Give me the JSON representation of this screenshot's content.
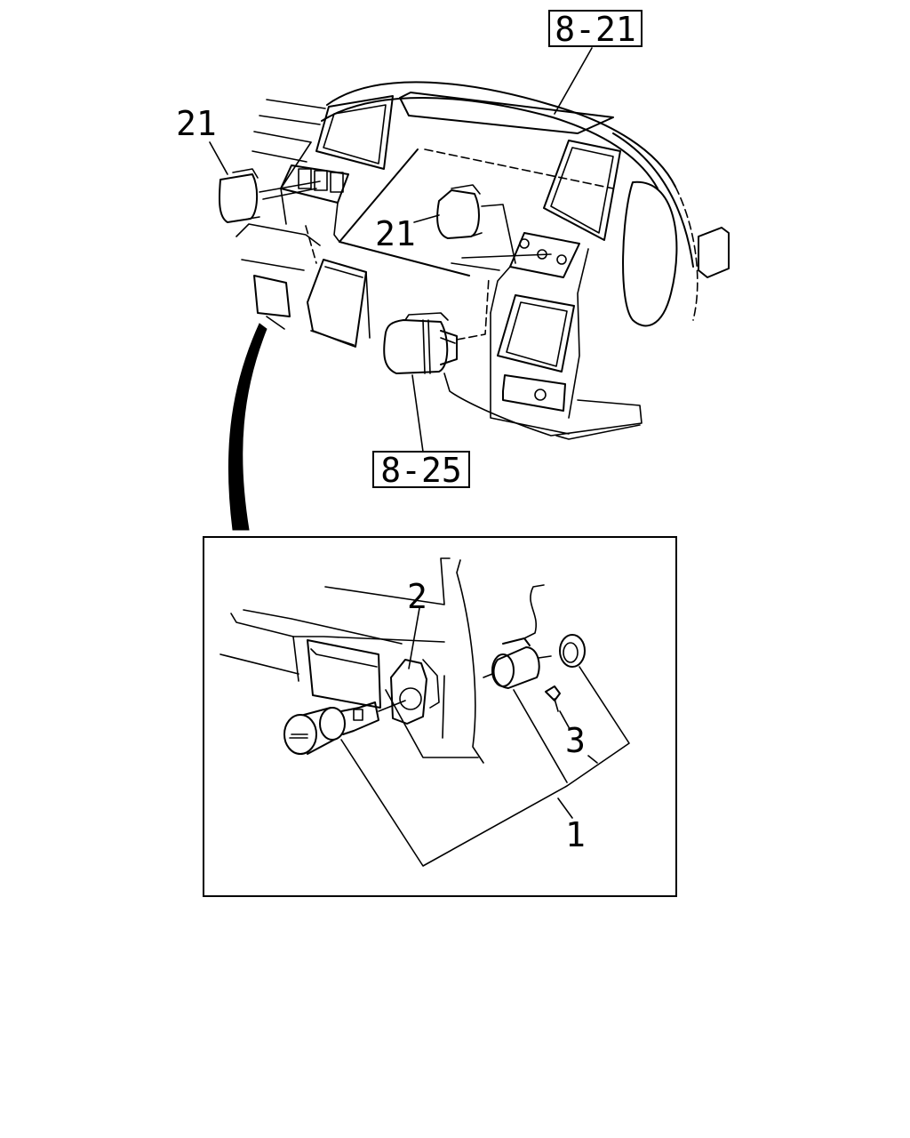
{
  "references": {
    "top": "8-21",
    "middle": "8-25"
  },
  "callouts": {
    "part_21_left": "21",
    "part_21_center": "21",
    "part_2": "2",
    "part_3": "3",
    "part_1": "1"
  }
}
